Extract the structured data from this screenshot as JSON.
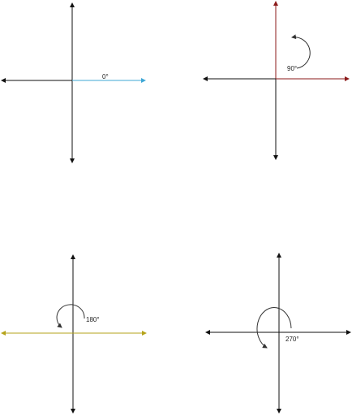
{
  "diagrams": [
    {
      "label": "0°",
      "ray_color": "#3fa7d6"
    },
    {
      "label": "90°",
      "ray_color": "#8b1a1a"
    },
    {
      "label": "180°",
      "ray_color": "#b5a31a"
    },
    {
      "label": "270°",
      "ray_color": "#111111"
    }
  ],
  "colors": {
    "axis": "#111111",
    "arc": "#333333"
  }
}
